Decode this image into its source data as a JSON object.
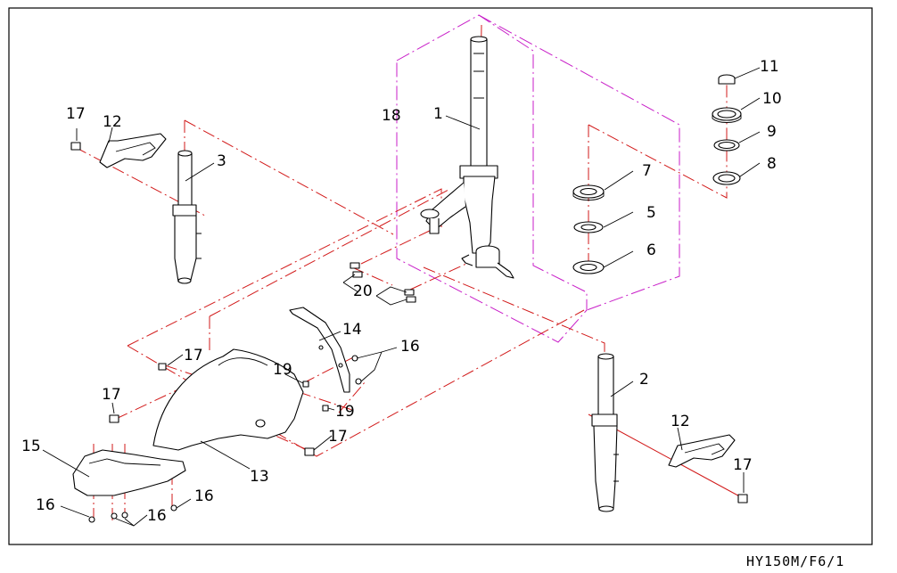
{
  "drawing": {
    "code": "HY150M/F6/1",
    "callouts": {
      "c1": "1",
      "c2": "2",
      "c3": "3",
      "c5": "5",
      "c6": "6",
      "c7": "7",
      "c8": "8",
      "c9": "9",
      "c10": "10",
      "c11": "11",
      "c12a": "12",
      "c12b": "12",
      "c13": "13",
      "c14": "14",
      "c15": "15",
      "c16a": "16",
      "c16b": "16",
      "c16c": "16",
      "c16d": "16",
      "c17a": "17",
      "c17b": "17",
      "c17c": "17",
      "c17d": "17",
      "c17e": "17",
      "c18": "18",
      "c19a": "19",
      "c19b": "19",
      "c20": "20"
    },
    "colors": {
      "assembly_lines": "#d21a1a",
      "group_lines": "#c81ec8",
      "ink": "#000000"
    }
  }
}
